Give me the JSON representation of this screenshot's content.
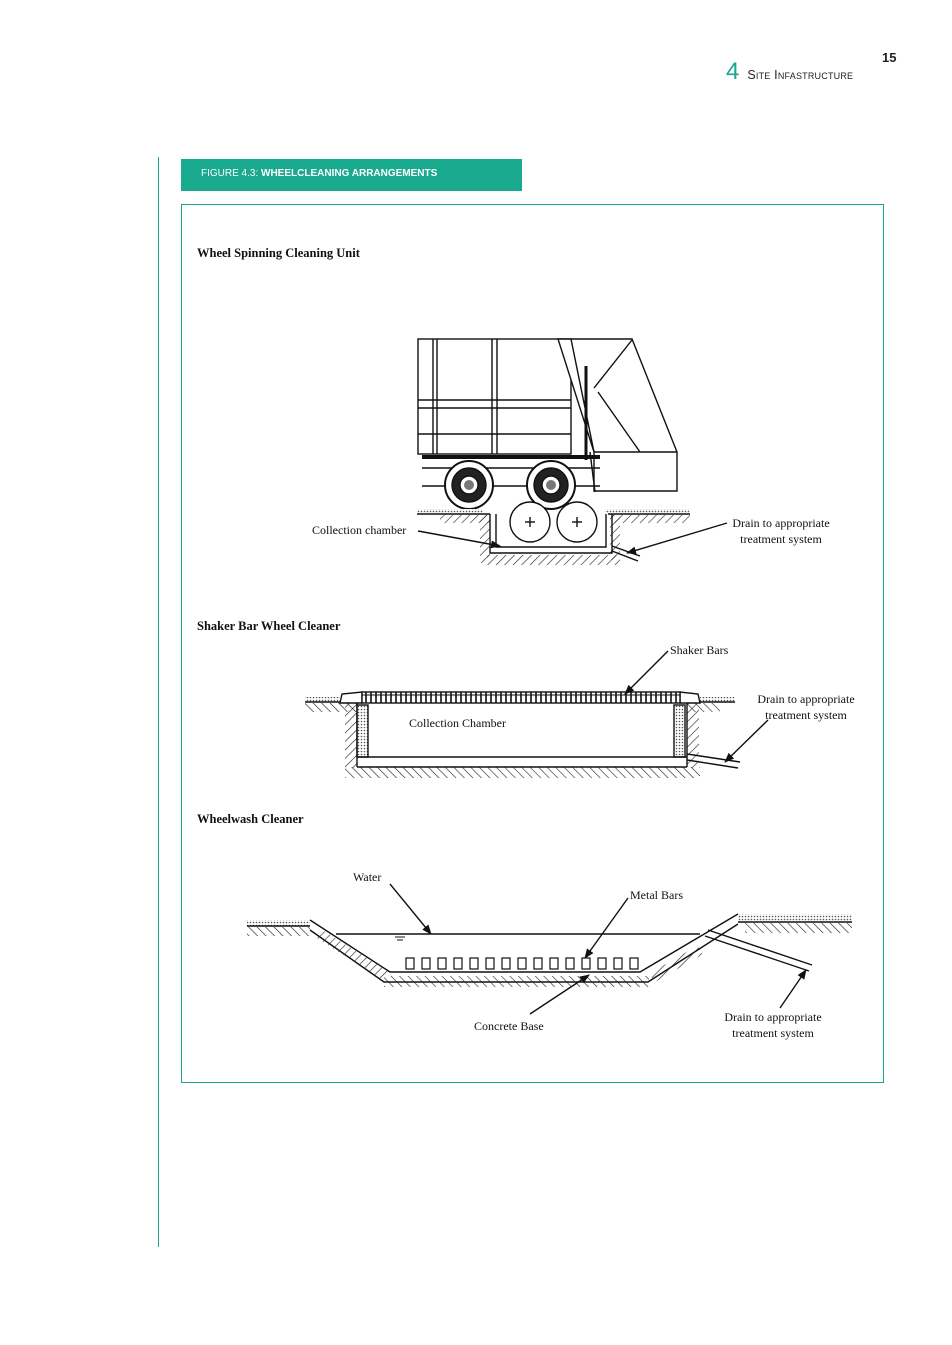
{
  "header": {
    "page_number": "15",
    "chapter_number": "4",
    "chapter_title": "Site Infastructure"
  },
  "figure": {
    "label_prefix": "FIGURE 4.3: ",
    "label_title": "WHEELCLEANING ARRANGEMENTS"
  },
  "sections": {
    "spinning": {
      "title": "Wheel Spinning Cleaning Unit",
      "collection_label": "Collection chamber",
      "drain_line1": "Drain to appropriate",
      "drain_line2": "treatment system"
    },
    "shaker": {
      "title": "Shaker Bar Wheel Cleaner",
      "bars_label": "Shaker Bars",
      "chamber_label": "Collection Chamber",
      "drain_line1": "Drain to appropriate",
      "drain_line2": "treatment system"
    },
    "wheelwash": {
      "title": "Wheelwash Cleaner",
      "water_label": "Water",
      "metal_bars_label": "Metal Bars",
      "concrete_label": "Concrete Base",
      "drain_line1": "Drain to appropriate",
      "drain_line2": "treatment system"
    }
  },
  "colors": {
    "accent": "#18a98f"
  }
}
